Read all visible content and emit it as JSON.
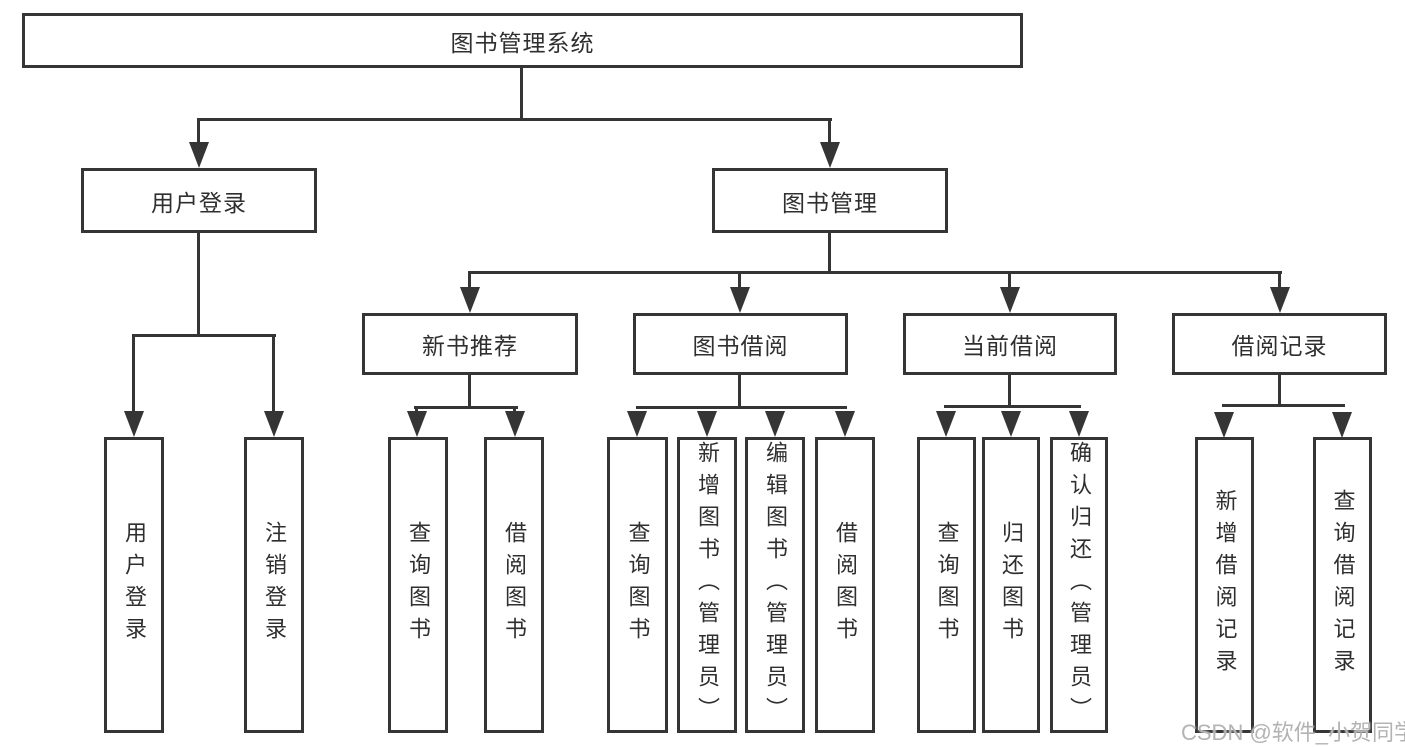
{
  "nodes": {
    "root": "图书管理系统",
    "user_login": "用户登录",
    "book_mgmt": "图书管理",
    "new_book_rec": "新书推荐",
    "book_borrow": "图书借阅",
    "current_borrow": "当前借阅",
    "borrow_record": "借阅记录",
    "leaf_user_login": "用户登录",
    "leaf_logout": "注销登录",
    "leaf_query_book_rec": "查询图书",
    "leaf_borrow_book_rec": "借阅图书",
    "leaf_query_book_borrow": "查询图书",
    "leaf_add_book": "新增图书（管理员）",
    "leaf_edit_book": "编辑图书（管理员）",
    "leaf_borrow_book_borrow": "借阅图书",
    "leaf_query_book_current": "查询图书",
    "leaf_return_book": "归还图书",
    "leaf_confirm_return": "确认归还（管理员）",
    "leaf_add_borrow_record": "新增借阅记录",
    "leaf_query_borrow_record": "查询借阅记录"
  },
  "hierarchy": {
    "图书管理系统": {
      "用户登录": [
        "用户登录",
        "注销登录"
      ],
      "图书管理": {
        "新书推荐": [
          "查询图书",
          "借阅图书"
        ],
        "图书借阅": [
          "查询图书",
          "新增图书（管理员）",
          "编辑图书（管理员）",
          "借阅图书"
        ],
        "当前借阅": [
          "查询图书",
          "归还图书",
          "确认归还（管理员）"
        ],
        "借阅记录": [
          "新增借阅记录",
          "查询借阅记录"
        ]
      }
    }
  },
  "watermark": "CSDN @软件_小贺同学",
  "colors": {
    "line": "#353535",
    "background": "#ffffff",
    "watermark_text": "#b3b3b3"
  }
}
